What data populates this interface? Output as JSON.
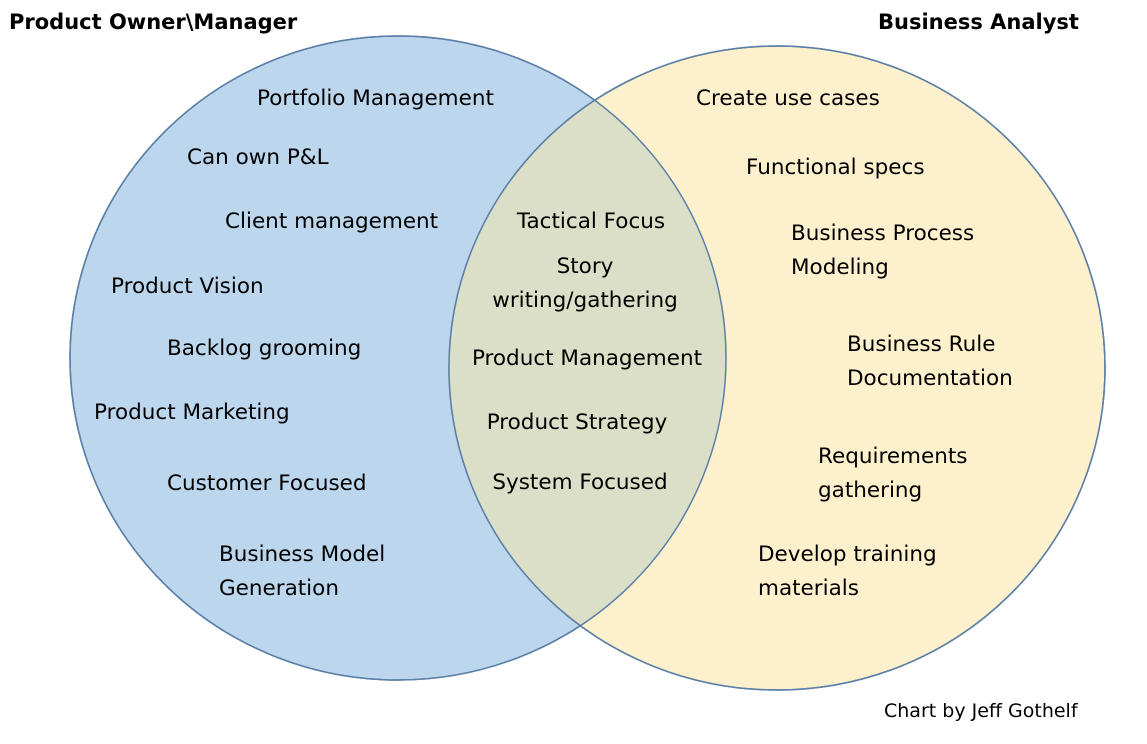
{
  "colors": {
    "left_circle": "#bcd6ee",
    "right_circle": "#fdf0cc",
    "overlap": "#dbdfc7",
    "stroke": "#5b7fa6"
  },
  "left_title": "Product Owner\\Manager",
  "right_title": "Business Analyst",
  "left_items": [
    "Portfolio Management",
    "Can own P&L",
    "Client management",
    "Product Vision",
    "Backlog grooming",
    "Product Marketing",
    "Customer Focused",
    [
      "Business Model",
      "Generation"
    ]
  ],
  "overlap_items": [
    "Tactical Focus",
    [
      "Story",
      "writing/gathering"
    ],
    "Product Management",
    "Product Strategy",
    "System Focused"
  ],
  "right_items": [
    "Create use cases",
    "Functional specs",
    [
      "Business Process",
      "Modeling"
    ],
    [
      "Business Rule",
      "Documentation"
    ],
    [
      "Requirements",
      "gathering"
    ],
    [
      "Develop training",
      "materials"
    ]
  ],
  "credit": "Chart by Jeff Gothelf"
}
